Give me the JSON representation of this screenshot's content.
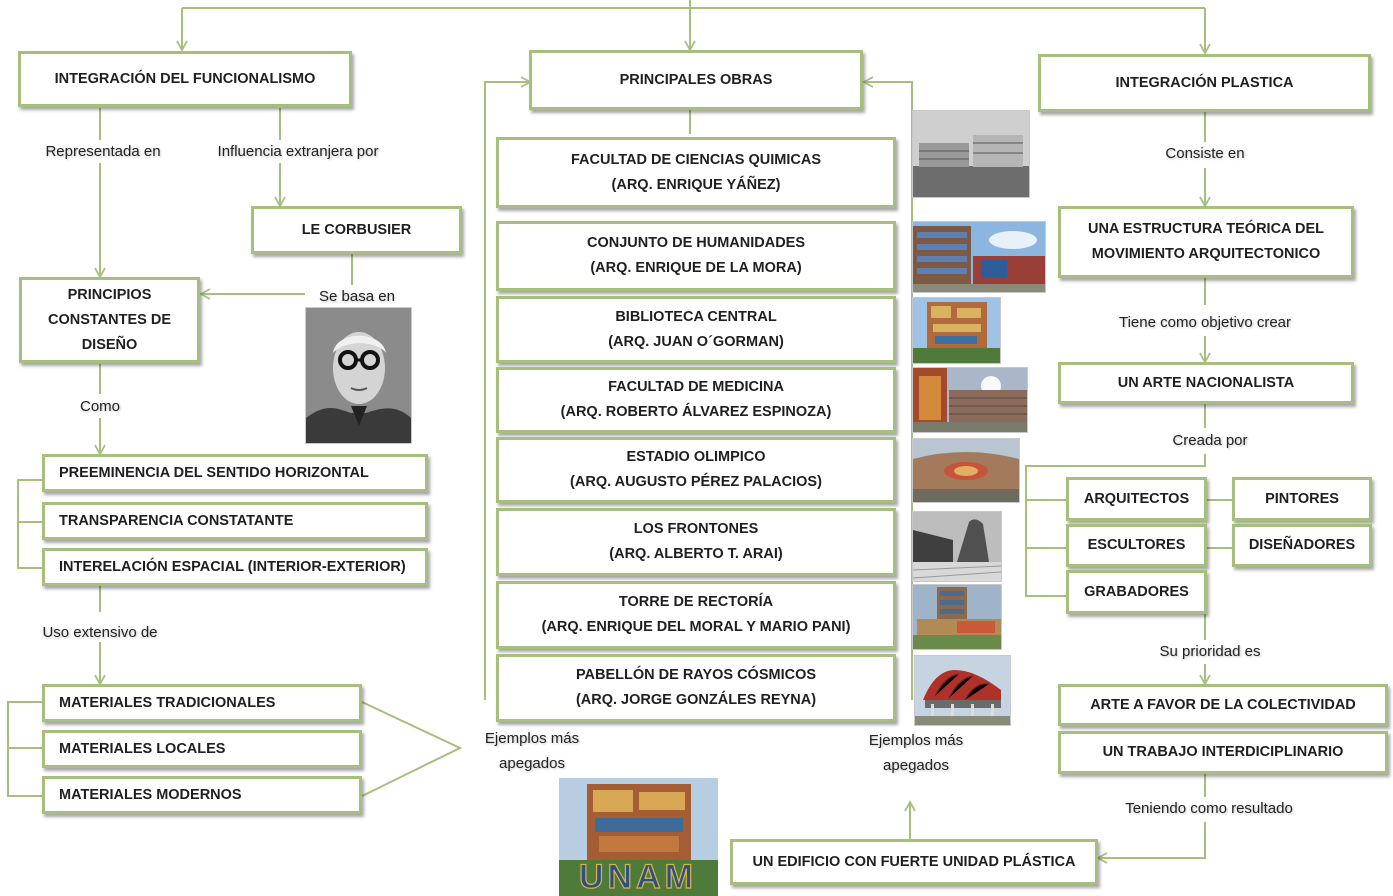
{
  "left": {
    "title": "INTEGRACIÓN DEL FUNCIONALISMO",
    "label_represented": "Representada en",
    "label_influence": "Influencia extranjera por",
    "corbusier": "LE CORBUSIER",
    "label_based": "Se basa en",
    "principles": [
      "PRINCIPIOS",
      "CONSTANTES DE",
      "DISEÑO"
    ],
    "label_como": "Como",
    "features": [
      "PREEMINENCIA DEL SENTIDO HORIZONTAL",
      "TRANSPARENCIA CONSTATANTE",
      "INTERELACIÓN ESPACIAL (INTERIOR-EXTERIOR)"
    ],
    "label_uso": "Uso extensivo de",
    "materials": [
      "MATERIALES TRADICIONALES",
      "MATERIALES LOCALES",
      "MATERIALES MODERNOS"
    ]
  },
  "center": {
    "title": "PRINCIPALES OBRAS",
    "works": [
      {
        "name": "FACULTAD DE CIENCIAS QUIMICAS",
        "architect": "(ARQ. ENRIQUE YÁÑEZ)"
      },
      {
        "name": "CONJUNTO DE HUMANIDADES",
        "architect": "(ARQ. ENRIQUE DE LA MORA)"
      },
      {
        "name": "BIBLIOTECA CENTRAL",
        "architect": "(ARQ. JUAN O´GORMAN)"
      },
      {
        "name": "FACULTAD DE MEDICINA",
        "architect": "(ARQ. ROBERTO ÁLVAREZ ESPINOZA)"
      },
      {
        "name": "ESTADIO OLIMPICO",
        "architect": "(ARQ. AUGUSTO PÉREZ PALACIOS)"
      },
      {
        "name": "LOS FRONTONES",
        "architect": "(ARQ. ALBERTO T. ARAI)"
      },
      {
        "name": "TORRE DE RECTORÍA",
        "architect": "(ARQ. ENRIQUE DEL MORAL Y MARIO PANI)"
      },
      {
        "name": "PABELLÓN DE RAYOS CÓSMICOS",
        "architect": "(ARQ. JORGE GONZÁLES REYNA)"
      }
    ],
    "examples_left": [
      "Ejemplos más",
      "apegados"
    ],
    "examples_right": [
      "Ejemplos más",
      "apegados"
    ],
    "result": "UN EDIFICIO CON FUERTE UNIDAD PLÁSTICA",
    "unam_logo_text": "UNAM"
  },
  "right": {
    "title": "INTEGRACIÓN PLASTICA",
    "label_consists": "Consiste en",
    "structure": [
      "UNA ESTRUCTURA TEÓRICA DEL",
      "MOVIMIENTO ARQUITECTONICO"
    ],
    "label_objective": "Tiene como objetivo crear",
    "nationalist": "UN ARTE NACIONALISTA",
    "label_created": "Creada por",
    "creators": [
      "ARQUITECTOS",
      "PINTORES",
      "ESCULTORES",
      "DISEÑADORES",
      "GRABADORES"
    ],
    "label_priority": "Su prioridad es",
    "priorities": [
      "ARTE A FAVOR DE LA COLECTIVIDAD",
      "UN TRABAJO INTERDICIPLINARIO"
    ],
    "label_result": "Teniendo como resultado"
  },
  "colors": {
    "border": "#a7bf7c",
    "line": "#a7bf7c"
  }
}
